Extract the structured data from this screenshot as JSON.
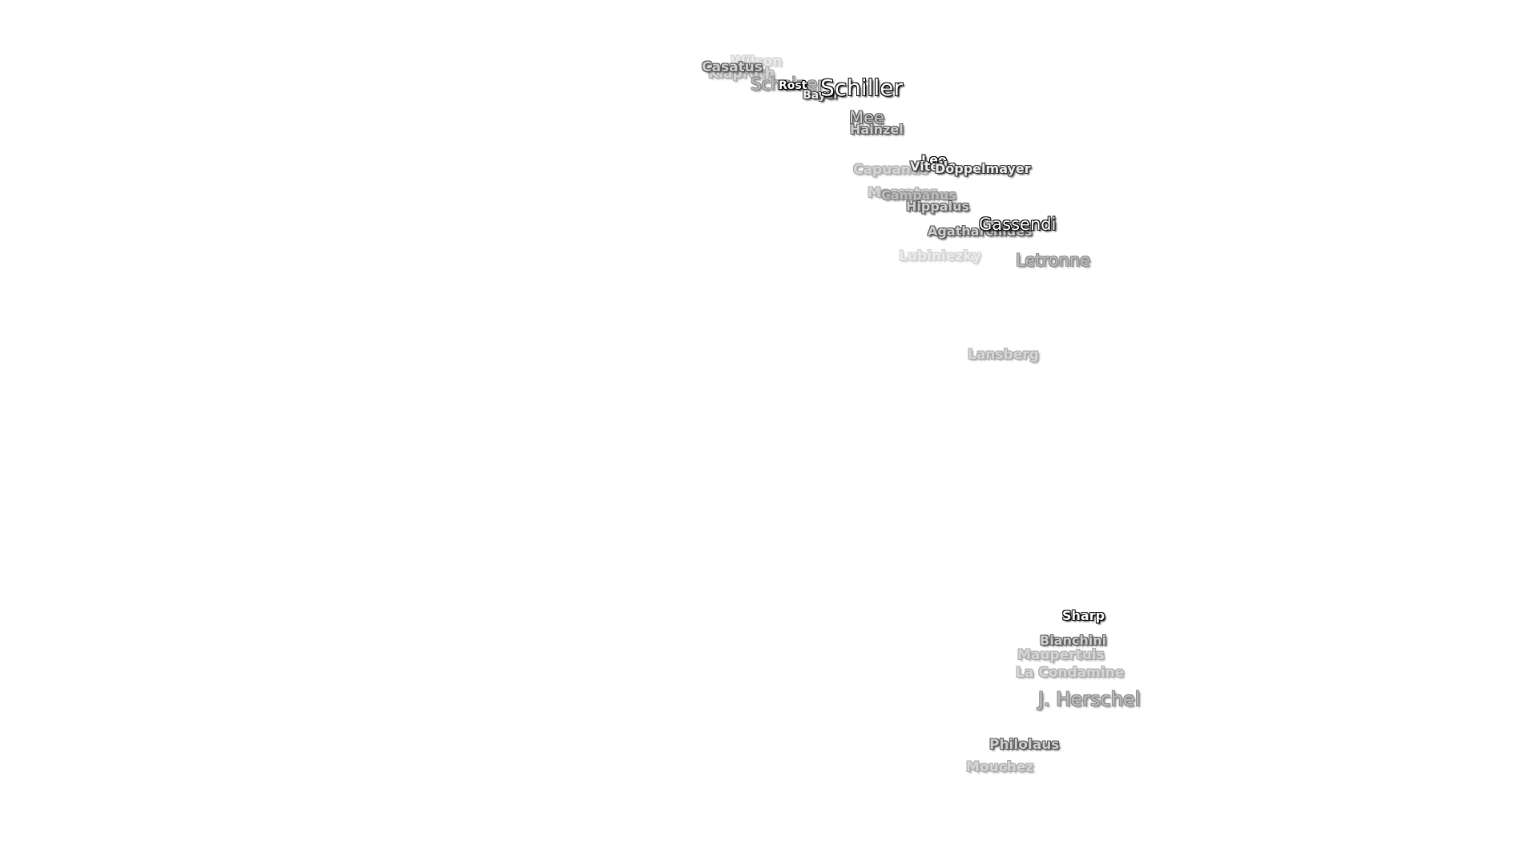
{
  "map": {
    "labels": {
      "casatus": "Casatus",
      "klaproth": "Klaproth",
      "wilson": "Wilson",
      "scheiner": "Scheiner",
      "rost": "Rost",
      "bayer": "Bayer",
      "schiller": "Schiller",
      "mee": "Mee",
      "hainzel": "Hainzel",
      "capuanus": "Capuanus",
      "lee": "Lee",
      "vitello": "Vitello",
      "doppelmayer": "Doppelmayer",
      "mercator": "Mercator",
      "campanus": "Campanus",
      "hippalus": "Hippalus",
      "agatharchides": "Agatharchides",
      "gassendi": "Gassendi",
      "lubiniezky": "Lubiniezky",
      "letronne": "Letronne",
      "lansberg": "Lansberg",
      "sharp": "Sharp",
      "bianchini": "Bianchini",
      "maupertuis": "Maupertuis",
      "la_condamine": "La Condamine",
      "j_herschel": "J. Herschel",
      "philolaus": "Philolaus",
      "mouchez": "Mouchez"
    }
  }
}
